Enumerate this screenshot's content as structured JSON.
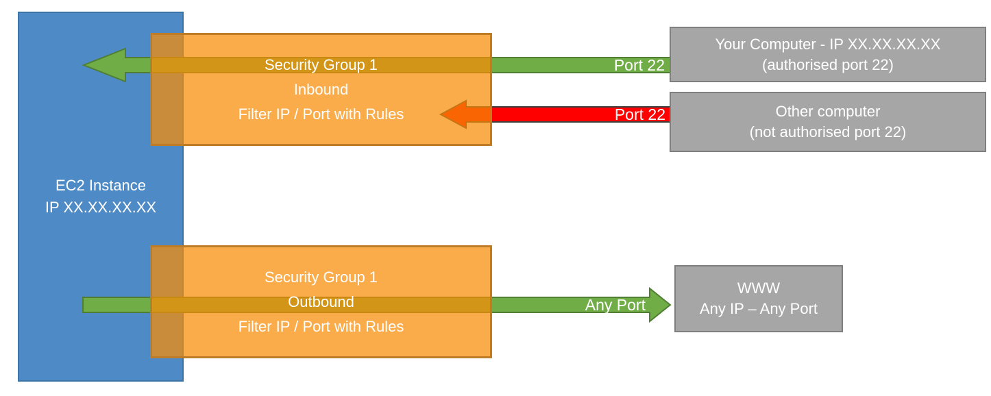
{
  "boxes": {
    "ec2": {
      "line1": "EC2 Instance",
      "line2": "IP XX.XX.XX.XX"
    },
    "sg_inbound": {
      "line1": "Security Group 1",
      "line2": "Inbound",
      "line3": "Filter IP / Port with Rules"
    },
    "sg_outbound": {
      "line1": "Security Group 1",
      "line2": "Outbound",
      "line3": "Filter IP / Port with Rules"
    },
    "your_computer": {
      "line1": "Your Computer - IP XX.XX.XX.XX",
      "line2": "(authorised port 22)"
    },
    "other_computer": {
      "line1": "Other computer",
      "line2": "(not authorised port 22)"
    },
    "www": {
      "line1": "WWW",
      "line2": "Any IP – Any Port"
    }
  },
  "arrow_labels": {
    "inbound_allowed": "Port 22",
    "inbound_blocked": "Port 22",
    "outbound": "Any Port"
  },
  "colors": {
    "ec2_fill": "#4E8BC6",
    "ec2_border": "#3C74A6",
    "security_group_fill": "#F88C05",
    "security_group_border": "#BF7C26",
    "endpoint_fill": "#A6A6A6",
    "endpoint_border": "#7F7F7F",
    "allowed_arrow": "#70AD47",
    "allowed_arrow_border": "#507E32",
    "blocked_arrow": "#FF0000",
    "blocked_arrow_border": "#3F3F3F",
    "text": "#FFFFFF"
  }
}
